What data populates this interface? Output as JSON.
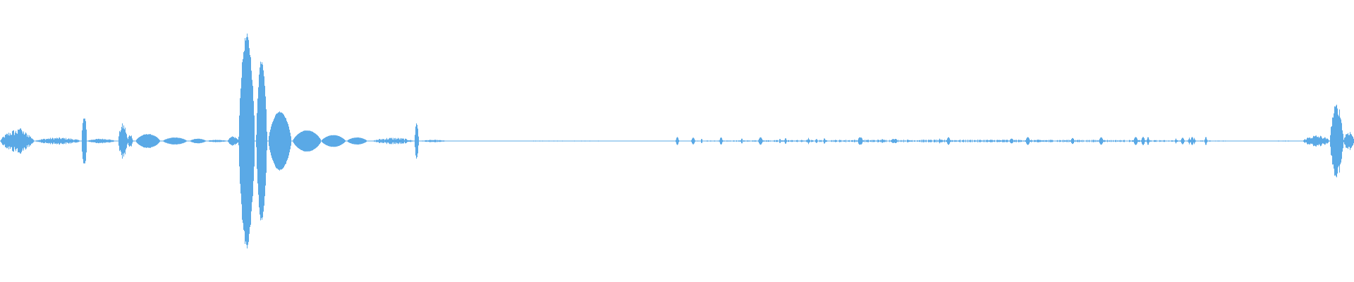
{
  "waveform": {
    "color": "#5aa9e6",
    "background": "#ffffff",
    "segments": [
      {
        "start": 0.0,
        "end": 0.025,
        "amp": 0.1,
        "hz": 620,
        "jitter": 0.55
      },
      {
        "start": 0.012,
        "end": 0.017,
        "amp": 0.13,
        "hz": 900,
        "jitter": 0.3
      },
      {
        "start": 0.025,
        "end": 0.06,
        "amp": 0.03,
        "hz": 700,
        "jitter": 0.6
      },
      {
        "start": 0.06,
        "end": 0.064,
        "amp": 0.22,
        "hz": 700,
        "jitter": 0.3
      },
      {
        "start": 0.064,
        "end": 0.085,
        "amp": 0.02,
        "hz": 700,
        "jitter": 0.4
      },
      {
        "start": 0.087,
        "end": 0.094,
        "amp": 0.15,
        "hz": 700,
        "jitter": 0.4
      },
      {
        "start": 0.094,
        "end": 0.098,
        "amp": 0.06,
        "hz": 700,
        "jitter": 0.4
      },
      {
        "start": 0.1,
        "end": 0.118,
        "amp": 0.06,
        "hz": 500,
        "jitter": 0.1
      },
      {
        "start": 0.12,
        "end": 0.138,
        "amp": 0.03,
        "hz": 500,
        "jitter": 0.1
      },
      {
        "start": 0.14,
        "end": 0.152,
        "amp": 0.02,
        "hz": 500,
        "jitter": 0.1
      },
      {
        "start": 0.152,
        "end": 0.168,
        "amp": 0.01,
        "hz": 500,
        "jitter": 0.3
      },
      {
        "start": 0.168,
        "end": 0.176,
        "amp": 0.04,
        "hz": 500,
        "jitter": 0.4
      },
      {
        "start": 0.176,
        "end": 0.188,
        "amp": 0.9,
        "hz": 700,
        "jitter": 0.1
      },
      {
        "start": 0.189,
        "end": 0.197,
        "amp": 0.71,
        "hz": 700,
        "jitter": 0.1
      },
      {
        "start": 0.198,
        "end": 0.215,
        "amp": 0.25,
        "hz": 600,
        "jitter": 0.05
      },
      {
        "start": 0.216,
        "end": 0.237,
        "amp": 0.09,
        "hz": 500,
        "jitter": 0.05
      },
      {
        "start": 0.237,
        "end": 0.255,
        "amp": 0.05,
        "hz": 500,
        "jitter": 0.05
      },
      {
        "start": 0.256,
        "end": 0.271,
        "amp": 0.03,
        "hz": 500,
        "jitter": 0.05
      },
      {
        "start": 0.275,
        "end": 0.305,
        "amp": 0.03,
        "hz": 700,
        "jitter": 0.7
      },
      {
        "start": 0.306,
        "end": 0.309,
        "amp": 0.17,
        "hz": 700,
        "jitter": 0.3
      },
      {
        "start": 0.31,
        "end": 0.33,
        "amp": 0.01,
        "hz": 700,
        "jitter": 0.5
      },
      {
        "start": 0.33,
        "end": 0.485,
        "amp": 0.004,
        "hz": 700,
        "jitter": 0.9
      },
      {
        "start": 0.485,
        "end": 0.935,
        "amp": 0.012,
        "hz": 700,
        "jitter": 0.95
      },
      {
        "start": 0.935,
        "end": 0.962,
        "amp": 0.004,
        "hz": 700,
        "jitter": 0.9
      },
      {
        "start": 0.962,
        "end": 0.982,
        "amp": 0.05,
        "hz": 700,
        "jitter": 0.6
      },
      {
        "start": 0.982,
        "end": 0.992,
        "amp": 0.32,
        "hz": 700,
        "jitter": 0.3
      },
      {
        "start": 0.992,
        "end": 1.0,
        "amp": 0.09,
        "hz": 700,
        "jitter": 0.5
      }
    ]
  }
}
